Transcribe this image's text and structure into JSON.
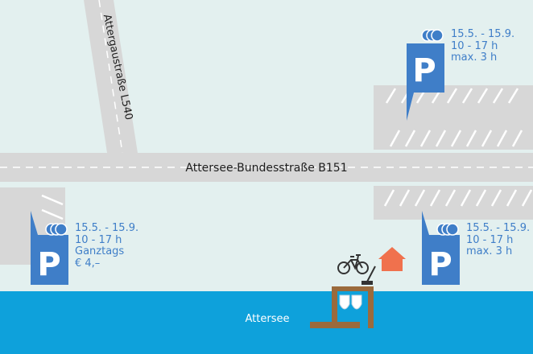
{
  "map": {
    "road_main": "Attersee-Bundesstraße B151",
    "road_side": "Attergaustraße L540",
    "lake": "Attersee"
  },
  "parking": [
    {
      "id": "north-east",
      "letter": "P",
      "lines": [
        "15.5. - 15.9.",
        "10 - 17 h",
        "max. 3 h"
      ]
    },
    {
      "id": "west",
      "letter": "P",
      "lines": [
        "15.5. - 15.9.",
        "10 - 17 h",
        "Ganztags",
        "€ 4,–"
      ]
    },
    {
      "id": "south-east",
      "letter": "P",
      "lines": [
        "15.5. - 15.9.",
        "10 - 17 h",
        "max. 3 h"
      ]
    }
  ],
  "icons": [
    "parking-sign-icon",
    "coins-icon",
    "bicycle-icon",
    "house-icon",
    "boat-icon",
    "jetty-icon"
  ],
  "colors": {
    "background": "#e3f0ef",
    "road": "#d7d7d7",
    "lake": "#0ea1db",
    "parking_sign": "#3f7ec8",
    "house": "#f0714d",
    "jetty": "#9b6a3c"
  }
}
